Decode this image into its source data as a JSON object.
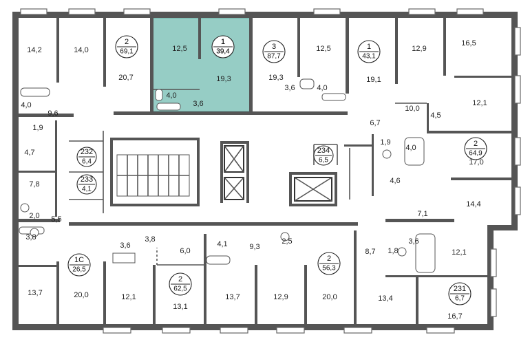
{
  "colors": {
    "wall": "#555555",
    "highlight_fill": "#96cdc5",
    "highlight_stroke": "#5aa99e",
    "background": "#ffffff"
  },
  "apartments": [
    {
      "rooms": "2",
      "area": "69,1"
    },
    {
      "rooms": "1",
      "area": "39,4"
    },
    {
      "rooms": "1",
      "area": "39,4"
    },
    {
      "rooms": "3",
      "area": "87,7"
    },
    {
      "rooms": "1",
      "area": "43,1"
    },
    {
      "rooms": "2",
      "area": "64,9"
    },
    {
      "rooms": "1С",
      "area": "26,5"
    },
    {
      "rooms": "2",
      "area": "62,5"
    },
    {
      "rooms": "2",
      "area": "56,3"
    },
    {
      "rooms": "231",
      "area": "6,7"
    },
    {
      "rooms": "232",
      "area": "6,4"
    },
    {
      "rooms": "233",
      "area": "4,1"
    },
    {
      "rooms": "234",
      "area": "6,5"
    }
  ],
  "rooms": [
    "14,2",
    "14,0",
    "20,7",
    "12,5",
    "19,3",
    "4,0",
    "3,6",
    "19,3",
    "12,5",
    "3,6",
    "4,0",
    "19,1",
    "12,9",
    "16,5",
    "10,0",
    "4,5",
    "12,1",
    "4,0",
    "9,6",
    "1,9",
    "4,7",
    "6,7",
    "1,9",
    "4,0",
    "17,0",
    "4,6",
    "7,8",
    "14,4",
    "2,0",
    "5,5",
    "7,1",
    "3,8",
    "3,6",
    "3,8",
    "6,0",
    "4,1",
    "9,3",
    "2,5",
    "8,7",
    "1,8",
    "3,6",
    "12,1",
    "13,7",
    "20,0",
    "12,1",
    "13,1",
    "13,7",
    "12,9",
    "20,0",
    "13,4",
    "16,7"
  ]
}
